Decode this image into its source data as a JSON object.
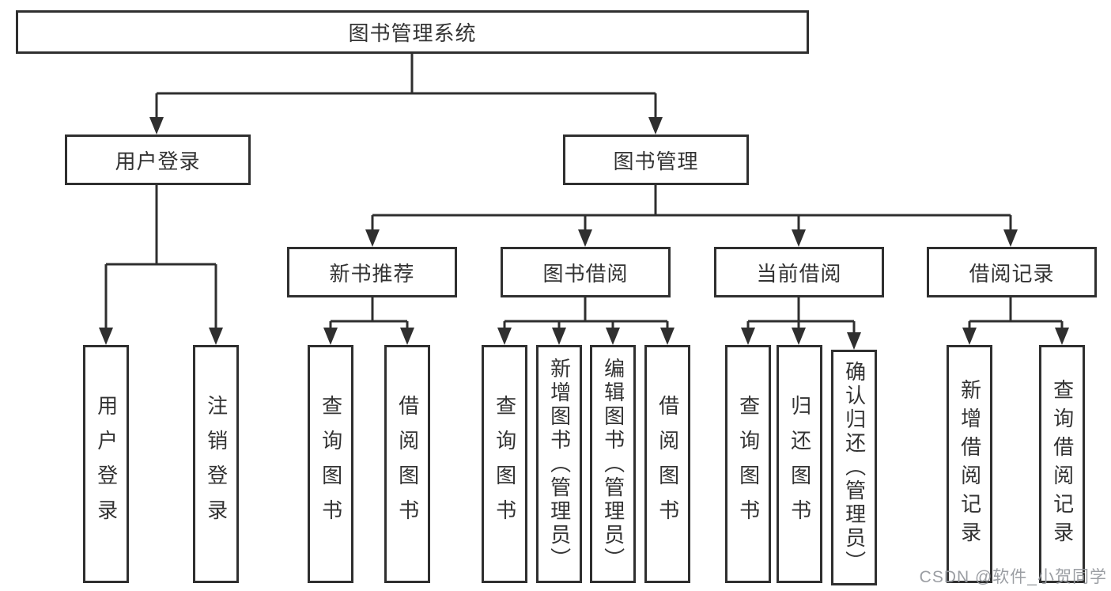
{
  "tree": {
    "label": "图书管理系统",
    "children": [
      {
        "label": "用户登录",
        "children": [
          {
            "label": "用户登录"
          },
          {
            "label": "注销登录"
          }
        ]
      },
      {
        "label": "图书管理",
        "children": [
          {
            "label": "新书推荐",
            "children": [
              {
                "label": "查询图书"
              },
              {
                "label": "借阅图书"
              }
            ]
          },
          {
            "label": "图书借阅",
            "children": [
              {
                "label": "查询图书"
              },
              {
                "label": "新增图书（管理员）"
              },
              {
                "label": "编辑图书（管理员）"
              },
              {
                "label": "借阅图书"
              }
            ]
          },
          {
            "label": "当前借阅",
            "children": [
              {
                "label": "查询图书"
              },
              {
                "label": "归还图书"
              },
              {
                "label": "确认归还（管理员）"
              }
            ]
          },
          {
            "label": "借阅记录",
            "children": [
              {
                "label": "新增借阅记录"
              },
              {
                "label": "查询借阅记录"
              }
            ]
          }
        ]
      }
    ]
  },
  "watermark": "CSDN @软件_小贺同学",
  "colors": {
    "line": "#2f2f2f",
    "text": "#333333",
    "watermark": "#96999e",
    "background": "#ffffff"
  }
}
